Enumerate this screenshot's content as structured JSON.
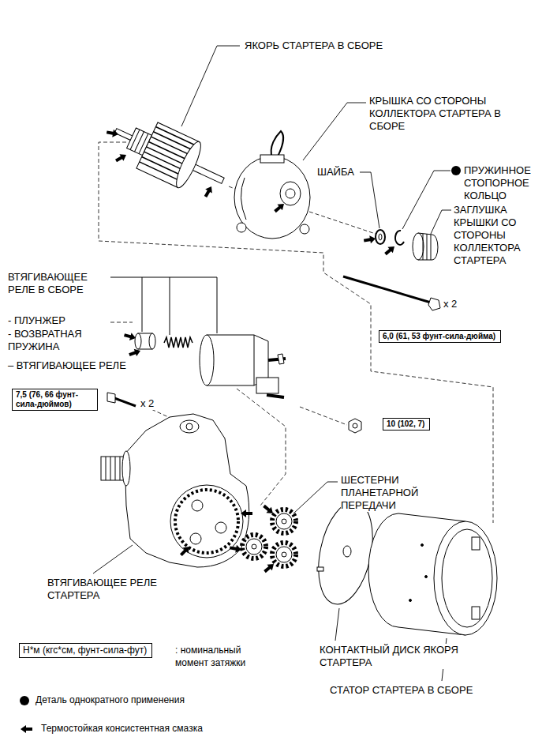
{
  "diagram": {
    "nodes": [
      {
        "text": [
          "6,0 (61, 53 фунт-сила-дюйма)"
        ]
      },
      {
        "text": [
          "7,5 (76, 66 фунт-сила-дюймов)"
        ]
      },
      {
        "text": [
          "10 (102, 7)"
        ]
      },
      {
        "text": [
          "Н*м (кгс*см, фунт-сила-фут)"
        ]
      }
    ],
    "labels": [
      "ЯКОРЬ СТАРТЕРА В СБОРЕ",
      "КРЫШКА СО СТОРОНЫ КОЛЛЕКТОРА СТАРТЕРА В СБОРЕ",
      "ШАЙБА",
      "ПРУЖИННОЕ СТОПОРНОЕ КОЛЬЦО",
      "ЗАГЛУШКА КРЫШКИ СО СТОРОНЫ КОЛЛЕКТОРА СТАРТЕРА",
      "x 2",
      "ВТЯГИВАЮЩЕЕ РЕЛЕ В СБОРЕ",
      "- ПЛУНЖЕР",
      "- ВОЗВРАТНАЯ ПРУЖИНА",
      "– ВТЯГИВАЮЩЕЕ РЕЛЕ",
      "x 2",
      "ШЕСТЕРНИ ПЛАНЕТАРНОЙ ПЕРЕДАЧИ",
      "ВТЯГИВАЮЩЕЕ РЕЛЕ СТАРТЕРА",
      "КОНТАКТНЫЙ ДИСК ЯКОРЯ СТАРТЕРА",
      "СТАТОР СТАРТЕРА В СБОРЕ",
      ": номинальный момент затяжки"
    ],
    "legend": [
      {
        "text": "Деталь однократного применения"
      },
      {
        "text": "Термостойкая консистентная смазка"
      }
    ]
  }
}
